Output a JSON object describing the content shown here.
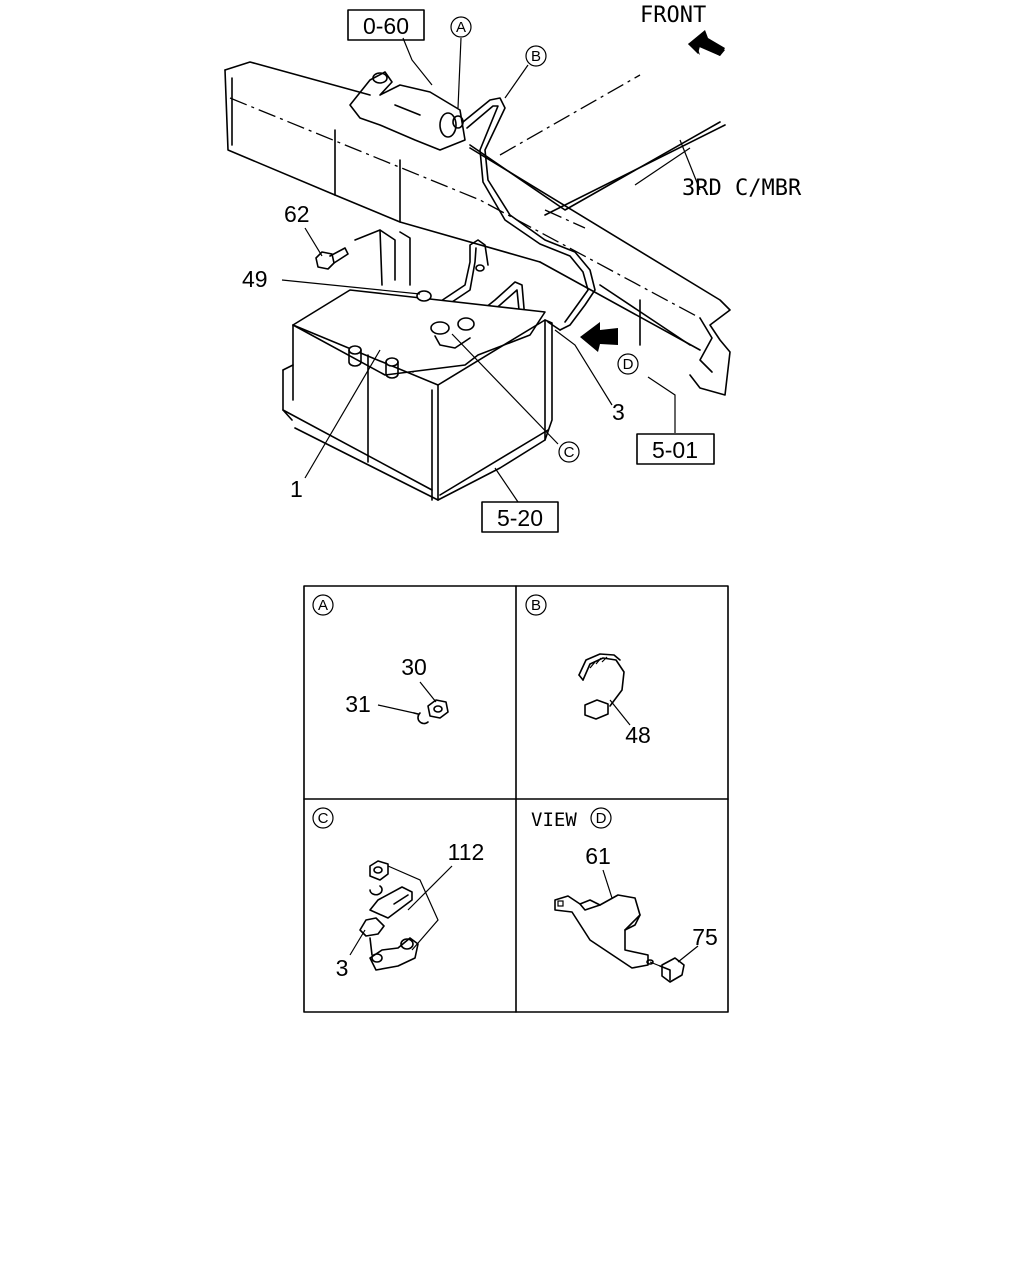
{
  "main_view": {
    "front_label": "FRONT",
    "member_label": "3RD C/MBR",
    "refs": {
      "r060": "0-60",
      "r501": "5-01",
      "r520": "5-20"
    },
    "parts": {
      "p62": "62",
      "p49": "49",
      "p1": "1",
      "p3": "3"
    },
    "callouts": {
      "a": "A",
      "b": "B",
      "c": "C",
      "d": "D"
    }
  },
  "details": {
    "a": {
      "callout": "A",
      "parts": [
        "30",
        "31"
      ]
    },
    "b": {
      "callout": "B",
      "parts": [
        "48"
      ]
    },
    "c": {
      "callout": "C",
      "parts": [
        "112",
        "3"
      ]
    },
    "d": {
      "view_label": "VIEW",
      "callout": "D",
      "parts": [
        "61",
        "75"
      ]
    }
  }
}
